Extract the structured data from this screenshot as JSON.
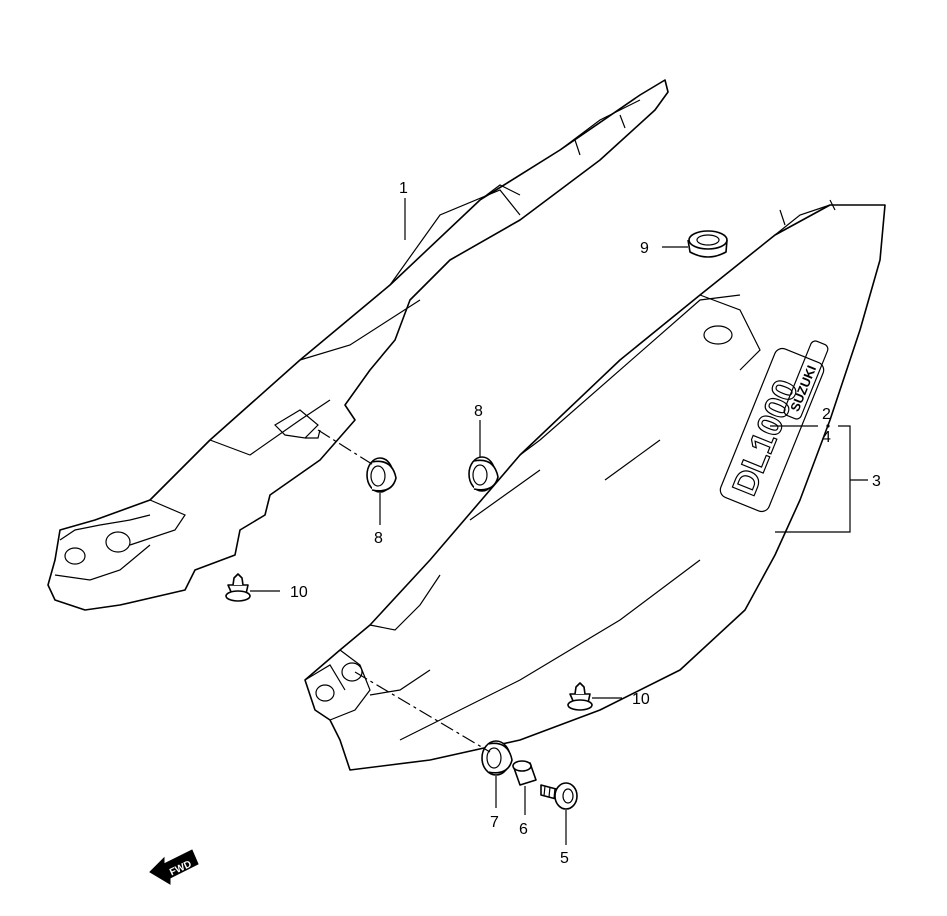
{
  "callouts": [
    {
      "id": "c1",
      "label": "1"
    },
    {
      "id": "c2",
      "label": "2"
    },
    {
      "id": "c4",
      "label": "4"
    },
    {
      "id": "c3",
      "label": "3"
    },
    {
      "id": "c5",
      "label": "5"
    },
    {
      "id": "c6",
      "label": "6"
    },
    {
      "id": "c7",
      "label": "7"
    },
    {
      "id": "c8a",
      "label": "8"
    },
    {
      "id": "c8b",
      "label": "8"
    },
    {
      "id": "c9",
      "label": "9"
    },
    {
      "id": "c10a",
      "label": "10"
    },
    {
      "id": "c10b",
      "label": "10"
    }
  ],
  "logo": {
    "model": "DL1000",
    "brand": "SUZUKI"
  },
  "fwd_label": "FWD",
  "colors": {
    "line": "#000000",
    "background": "#ffffff"
  }
}
